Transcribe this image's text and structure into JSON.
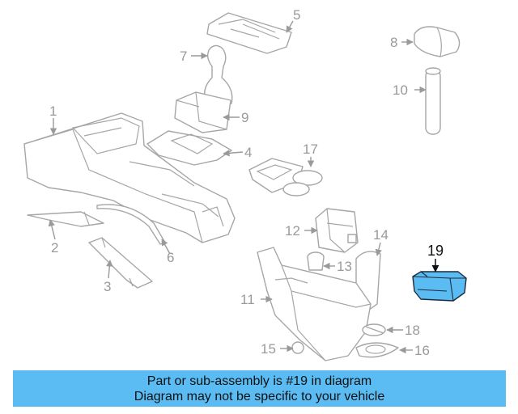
{
  "diagram": {
    "callouts": [
      "1",
      "2",
      "3",
      "4",
      "5",
      "6",
      "7",
      "8",
      "9",
      "10",
      "11",
      "12",
      "13",
      "14",
      "15",
      "16",
      "17",
      "18",
      "19"
    ],
    "highlighted_part": "19",
    "colors": {
      "highlight": "#5bbcf3",
      "outline": "#a6a6a6",
      "banner": "#5bbcf3"
    }
  },
  "banner": {
    "line1": "Part or sub-assembly is #19 in diagram",
    "line2": "Diagram may not be specific to your vehicle"
  }
}
